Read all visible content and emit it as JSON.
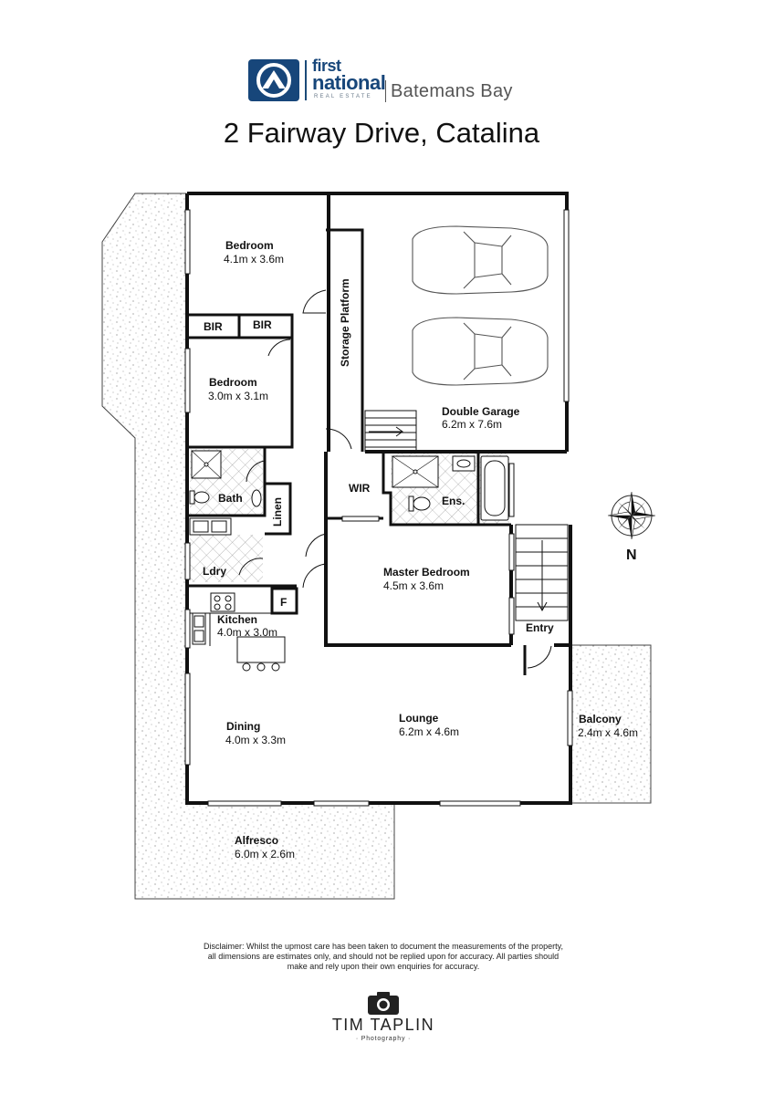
{
  "header": {
    "logo_first": "first",
    "logo_national": "national",
    "logo_real_estate": "REAL ESTATE",
    "logo_branch": "Batemans Bay",
    "title": "2 Fairway Drive, Catalina"
  },
  "rooms": {
    "bedroom1": {
      "name": "Bedroom",
      "dims": "4.1m x 3.6m"
    },
    "bir1": {
      "name": "BIR"
    },
    "bir2": {
      "name": "BIR"
    },
    "bedroom2": {
      "name": "Bedroom",
      "dims": "3.0m x 3.1m"
    },
    "storage": {
      "name": "Storage Platform"
    },
    "garage": {
      "name": "Double Garage",
      "dims": "6.2m x 7.6m"
    },
    "bath": {
      "name": "Bath"
    },
    "linen": {
      "name": "Linen"
    },
    "wir": {
      "name": "WIR"
    },
    "ensuite": {
      "name": "Ens."
    },
    "laundry": {
      "name": "Ldry"
    },
    "master": {
      "name": "Master Bedroom",
      "dims": "4.5m x 3.6m"
    },
    "fridge": {
      "name": "F"
    },
    "kitchen": {
      "name": "Kitchen",
      "dims": "4.0m x 3.0m"
    },
    "entry": {
      "name": "Entry"
    },
    "dining": {
      "name": "Dining",
      "dims": "4.0m x 3.3m"
    },
    "lounge": {
      "name": "Lounge",
      "dims": "6.2m x 4.6m"
    },
    "balcony": {
      "name": "Balcony",
      "dims": "2.4m x 4.6m"
    },
    "alfresco": {
      "name": "Alfresco",
      "dims": "6.0m x 2.6m"
    }
  },
  "compass": {
    "label": "N"
  },
  "disclaimer": {
    "line1": "Disclaimer: Whilst the upmost care has been taken to document the measurements of the property,",
    "line2": "all dimensions are estimates only, and should not be replied upon for accuracy.  All parties should",
    "line3": "make and rely upon their own enquiries for accuracy."
  },
  "photographer": {
    "name": "TIM TAPLIN",
    "sub": "· Photography ·"
  },
  "colors": {
    "brand_blue": "#17467a",
    "wall": "#111111",
    "text": "#111111"
  }
}
